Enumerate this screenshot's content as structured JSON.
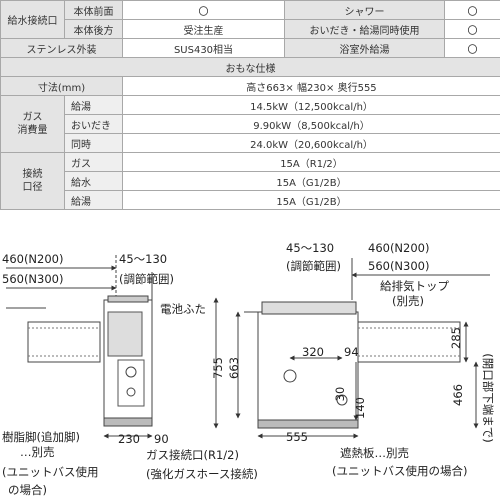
{
  "spec": {
    "row1": {
      "label": "給水接続口",
      "sub1": "本体前面",
      "val1": "〇",
      "col3": "シャワー",
      "col3_val": "〇"
    },
    "row2": {
      "sub": "本体後方",
      "val": "受注生産",
      "col3": "おいだき・給湯同時使用",
      "col3_val": "〇"
    },
    "row3": {
      "label": "ステンレス外装",
      "val": "SUS430相当",
      "col3": "浴室外給湯",
      "col3_val": "〇"
    },
    "main_header": "おもな仕様",
    "dims": {
      "label": "寸法(mm)",
      "value": "高さ663× 幅230× 奥行555"
    },
    "gas": {
      "label_1": "ガス",
      "label_2": "消費量",
      "rows": [
        {
          "sub": "給湯",
          "value": "14.5kW（12,500kcal/h）"
        },
        {
          "sub": "おいだき",
          "value": "9.90kW（8,500kcal/h）"
        },
        {
          "sub": "同時",
          "value": "24.0kW（20,600kcal/h）"
        }
      ]
    },
    "conn": {
      "label_1": "接続",
      "label_2": "口径",
      "rows": [
        {
          "sub": "ガス",
          "value": "15A（R1/2）"
        },
        {
          "sub": "給水",
          "value": "15A（G1/2B）"
        },
        {
          "sub": "給湯",
          "value": "15A（G1/2B）"
        }
      ]
    }
  },
  "diagram": {
    "front": {
      "dim_460": "460(N200)",
      "dim_560": "560(N300)",
      "dim_45_130": "45～130",
      "adjust_range": "(調節範囲)",
      "battery_cover": "電池ふた",
      "dim_755": "755",
      "dim_663": "663",
      "dim_230": "230",
      "dim_90": "90",
      "resin_leg": "樹脂脚(追加脚)",
      "sold_separately": "…別売",
      "unit_bath_1": "(ユニットバス使用",
      "unit_bath_2": "の場合)",
      "gas_inlet": "ガス接続口(R1/2)",
      "reinforced_hose": "(強化ガスホース接続)"
    },
    "side": {
      "dim_45_130": "45～130",
      "adjust_range": "(調節範囲)",
      "dim_460": "460(N200)",
      "dim_560": "560(N300)",
      "exhaust_top": "給排気トップ",
      "exhaust_sold": "(別売)",
      "dim_285": "285",
      "dim_320": "320",
      "dim_94": "94",
      "dim_466": "466",
      "opening_bottom": "(開口部下端まで)",
      "dim_30": "30",
      "dim_140": "140",
      "dim_555": "555",
      "heat_shield": "遮熱板…別売",
      "unit_bath_case": "(ユニットバス使用の場合)"
    }
  }
}
